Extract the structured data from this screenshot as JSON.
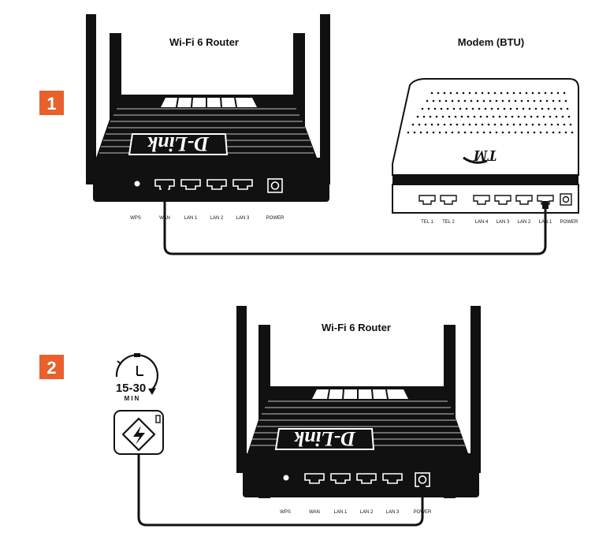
{
  "steps": [
    {
      "number": "1",
      "router_title": "Wi-Fi 6 Router",
      "modem_title": "Modem (BTU)",
      "router_brand": "D-Link",
      "router_ports": [
        "WPS",
        "WAN",
        "LAN 1",
        "LAN 2",
        "LAN 3",
        "POWER"
      ],
      "modem_brand": "TM",
      "modem_ports": [
        "TEL 1",
        "TEL 2",
        "LAN 4",
        "LAN 3",
        "LAN 2",
        "LAN 1",
        "POWER"
      ]
    },
    {
      "number": "2",
      "router_title": "Wi-Fi 6 Router",
      "router_brand": "D-Link",
      "router_ports": [
        "WPS",
        "WAN",
        "LAN 1",
        "LAN 2",
        "LAN 3",
        "POWER"
      ],
      "timer_value": "15-30",
      "timer_unit": "MIN"
    }
  ],
  "colors": {
    "badge": "#e8602c",
    "device": "#111111",
    "cable": "#111111"
  },
  "icons": {
    "timer": "stopwatch-icon",
    "power_outlet": "power-outlet-icon"
  }
}
